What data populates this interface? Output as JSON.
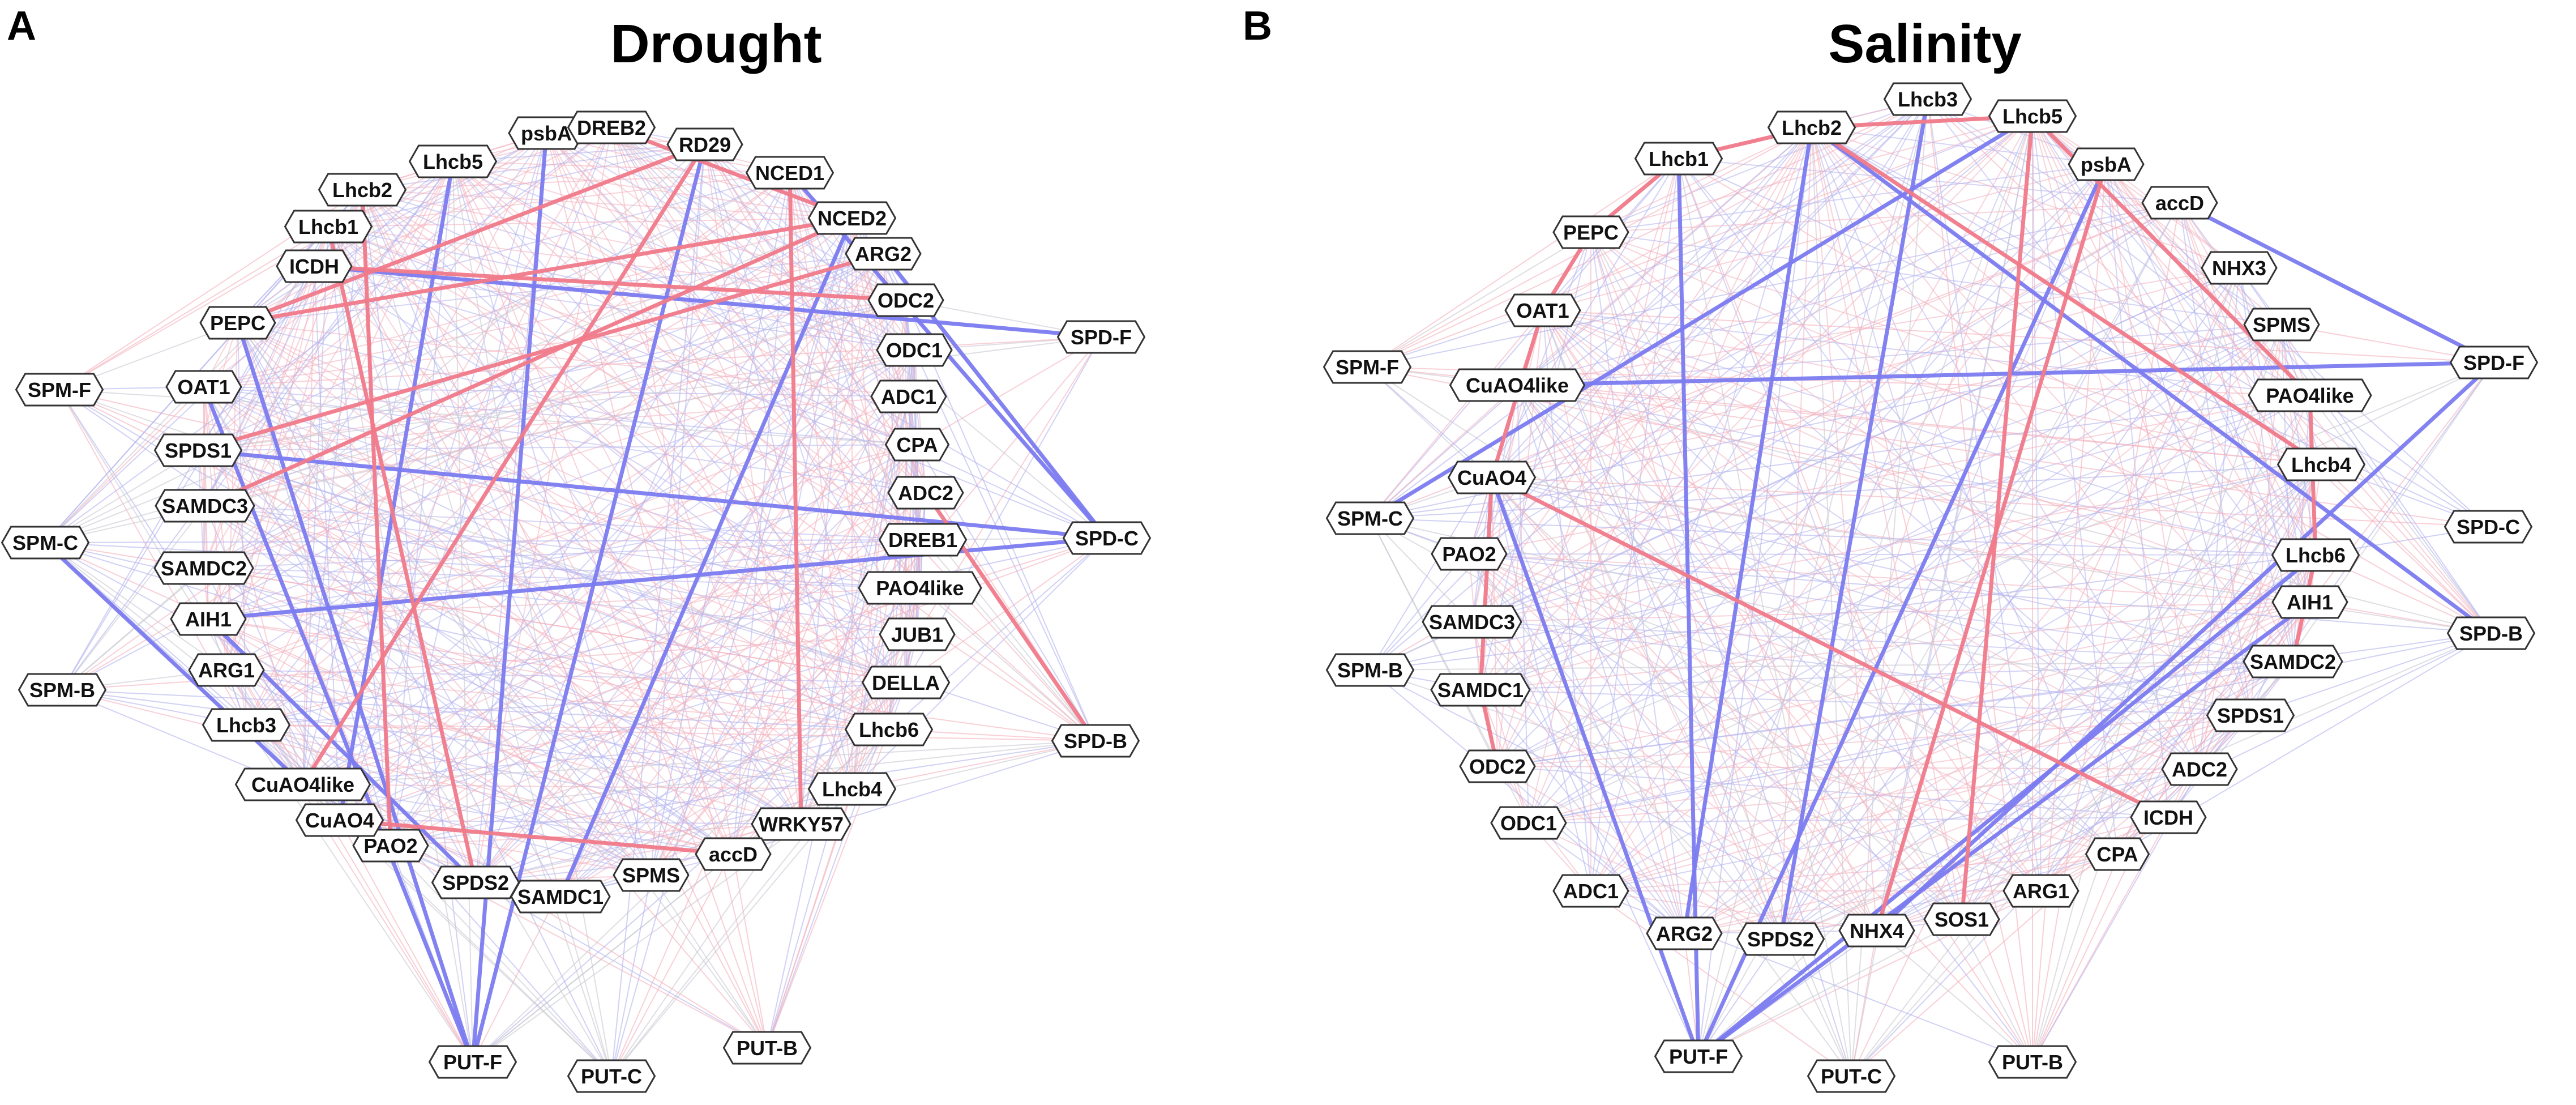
{
  "colors": {
    "positive": "#f07a8a",
    "negative": "#7b7bf0",
    "thin_positive": "#f3b0bd",
    "thin_negative": "#b3b3ee",
    "thin_gray": "#c8c8d2"
  },
  "panels": [
    {
      "letter": "A",
      "title": "Drought",
      "nodes": [
        {
          "id": "psbA"
        },
        {
          "id": "DREB2"
        },
        {
          "id": "RD29"
        },
        {
          "id": "NCED1"
        },
        {
          "id": "NCED2"
        },
        {
          "id": "ARG2"
        },
        {
          "id": "ODC2"
        },
        {
          "id": "ODC1"
        },
        {
          "id": "ADC1"
        },
        {
          "id": "CPA"
        },
        {
          "id": "ADC2"
        },
        {
          "id": "DREB1"
        },
        {
          "id": "PAO4like"
        },
        {
          "id": "JUB1"
        },
        {
          "id": "DELLA"
        },
        {
          "id": "Lhcb6"
        },
        {
          "id": "Lhcb4"
        },
        {
          "id": "WRKY57"
        },
        {
          "id": "accD"
        },
        {
          "id": "SPMS"
        },
        {
          "id": "SAMDC1"
        },
        {
          "id": "SPDS2"
        },
        {
          "id": "PAO2"
        },
        {
          "id": "CuAO4"
        },
        {
          "id": "CuAO4like"
        },
        {
          "id": "Lhcb3"
        },
        {
          "id": "ARG1"
        },
        {
          "id": "AIH1"
        },
        {
          "id": "SAMDC2"
        },
        {
          "id": "SAMDC3"
        },
        {
          "id": "SPDS1"
        },
        {
          "id": "OAT1"
        },
        {
          "id": "PEPC"
        },
        {
          "id": "ICDH"
        },
        {
          "id": "Lhcb1"
        },
        {
          "id": "Lhcb2"
        },
        {
          "id": "Lhcb5"
        },
        {
          "id": "SPD-F"
        },
        {
          "id": "SPD-C"
        },
        {
          "id": "SPD-B"
        },
        {
          "id": "SPM-F"
        },
        {
          "id": "SPM-C"
        },
        {
          "id": "SPM-B"
        },
        {
          "id": "PUT-F"
        },
        {
          "id": "PUT-C"
        },
        {
          "id": "PUT-B"
        }
      ],
      "strong_edges": [
        {
          "from": "ICDH",
          "to": "SPD-F",
          "sign": "negative"
        },
        {
          "from": "SPDS1",
          "to": "SPD-C",
          "sign": "negative"
        },
        {
          "from": "AIH1",
          "to": "SPD-C",
          "sign": "negative"
        },
        {
          "from": "ARG2",
          "to": "SPD-C",
          "sign": "negative"
        },
        {
          "from": "NCED1",
          "to": "SPD-C",
          "sign": "negative"
        },
        {
          "from": "SPM-C",
          "to": "CuAO4like",
          "sign": "negative"
        },
        {
          "from": "RD29",
          "to": "PUT-F",
          "sign": "negative"
        },
        {
          "from": "psbA",
          "to": "PUT-F",
          "sign": "negative"
        },
        {
          "from": "PEPC",
          "to": "PUT-F",
          "sign": "negative"
        },
        {
          "from": "OAT1",
          "to": "PUT-F",
          "sign": "negative"
        },
        {
          "from": "Lhcb5",
          "to": "CuAO4",
          "sign": "negative"
        },
        {
          "from": "NCED2",
          "to": "SAMDC1",
          "sign": "negative"
        },
        {
          "from": "AIH1",
          "to": "SPDS2",
          "sign": "negative"
        },
        {
          "from": "NCED2",
          "to": "PEPC",
          "sign": "positive"
        },
        {
          "from": "RD29",
          "to": "PEPC",
          "sign": "positive"
        },
        {
          "from": "NCED1",
          "to": "WRKY57",
          "sign": "positive"
        },
        {
          "from": "RD29",
          "to": "CuAO4like",
          "sign": "positive"
        },
        {
          "from": "CuAO4",
          "to": "accD",
          "sign": "positive"
        },
        {
          "from": "NCED2",
          "to": "SAMDC3",
          "sign": "positive"
        },
        {
          "from": "ARG2",
          "to": "SPDS1",
          "sign": "positive"
        },
        {
          "from": "ODC2",
          "to": "ICDH",
          "sign": "positive"
        },
        {
          "from": "ADC2",
          "to": "SPD-B",
          "sign": "positive"
        },
        {
          "from": "Lhcb2",
          "to": "PAO2",
          "sign": "positive"
        },
        {
          "from": "Lhcb1",
          "to": "SPDS2",
          "sign": "positive"
        },
        {
          "from": "DREB2",
          "to": "NCED2",
          "sign": "positive"
        }
      ]
    },
    {
      "letter": "B",
      "title": "Salinity",
      "nodes": [
        {
          "id": "Lhcb1"
        },
        {
          "id": "Lhcb2"
        },
        {
          "id": "Lhcb3"
        },
        {
          "id": "Lhcb5"
        },
        {
          "id": "psbA"
        },
        {
          "id": "accD"
        },
        {
          "id": "NHX3"
        },
        {
          "id": "SPMS"
        },
        {
          "id": "PAO4like"
        },
        {
          "id": "Lhcb4"
        },
        {
          "id": "Lhcb6"
        },
        {
          "id": "AIH1"
        },
        {
          "id": "SAMDC2"
        },
        {
          "id": "SPDS1"
        },
        {
          "id": "ADC2"
        },
        {
          "id": "ICDH"
        },
        {
          "id": "CPA"
        },
        {
          "id": "ARG1"
        },
        {
          "id": "SOS1"
        },
        {
          "id": "NHX4"
        },
        {
          "id": "SPDS2"
        },
        {
          "id": "ARG2"
        },
        {
          "id": "ADC1"
        },
        {
          "id": "ODC1"
        },
        {
          "id": "ODC2"
        },
        {
          "id": "SAMDC1"
        },
        {
          "id": "SAMDC3"
        },
        {
          "id": "PAO2"
        },
        {
          "id": "CuAO4"
        },
        {
          "id": "CuAO4like"
        },
        {
          "id": "OAT1"
        },
        {
          "id": "PEPC"
        },
        {
          "id": "SPD-F"
        },
        {
          "id": "SPD-C"
        },
        {
          "id": "SPD-B"
        },
        {
          "id": "SPM-F"
        },
        {
          "id": "SPM-C"
        },
        {
          "id": "SPM-B"
        },
        {
          "id": "PUT-F"
        },
        {
          "id": "PUT-C"
        },
        {
          "id": "PUT-B"
        }
      ],
      "strong_edges": [
        {
          "from": "CuAO4like",
          "to": "SPD-F",
          "sign": "negative"
        },
        {
          "from": "accD",
          "to": "SPD-F",
          "sign": "negative"
        },
        {
          "from": "SPD-F",
          "to": "NHX4",
          "sign": "negative"
        },
        {
          "from": "PUT-F",
          "to": "AIH1",
          "sign": "negative"
        },
        {
          "from": "PUT-F",
          "to": "Lhcb6",
          "sign": "negative"
        },
        {
          "from": "PUT-F",
          "to": "Lhcb1",
          "sign": "negative"
        },
        {
          "from": "PUT-F",
          "to": "CuAO4",
          "sign": "negative"
        },
        {
          "from": "PUT-F",
          "to": "psbA",
          "sign": "negative"
        },
        {
          "from": "SPDS2",
          "to": "Lhcb3",
          "sign": "negative"
        },
        {
          "from": "ARG2",
          "to": "Lhcb2",
          "sign": "negative"
        },
        {
          "from": "SPM-C",
          "to": "Lhcb5",
          "sign": "negative"
        },
        {
          "from": "Lhcb2",
          "to": "SPD-B",
          "sign": "negative"
        },
        {
          "from": "Lhcb2",
          "to": "Lhcb4",
          "sign": "positive"
        },
        {
          "from": "Lhcb5",
          "to": "SOS1",
          "sign": "positive"
        },
        {
          "from": "psbA",
          "to": "NHX4",
          "sign": "positive"
        },
        {
          "from": "CuAO4",
          "to": "ICDH",
          "sign": "positive"
        },
        {
          "from": "Lhcb1",
          "to": "PEPC",
          "sign": "positive"
        },
        {
          "from": "Lhcb1",
          "to": "Lhcb2",
          "sign": "positive"
        },
        {
          "from": "Lhcb2",
          "to": "Lhcb5",
          "sign": "positive"
        },
        {
          "from": "Lhcb5",
          "to": "PAO4like",
          "sign": "positive"
        },
        {
          "from": "PAO4like",
          "to": "Lhcb6",
          "sign": "positive"
        },
        {
          "from": "Lhcb6",
          "to": "SAMDC2",
          "sign": "positive"
        },
        {
          "from": "PEPC",
          "to": "OAT1",
          "sign": "positive"
        },
        {
          "from": "OAT1",
          "to": "CuAO4",
          "sign": "positive"
        },
        {
          "from": "CuAO4",
          "to": "SAMDC1",
          "sign": "positive"
        },
        {
          "from": "SAMDC1",
          "to": "ODC2",
          "sign": "positive"
        }
      ]
    }
  ]
}
